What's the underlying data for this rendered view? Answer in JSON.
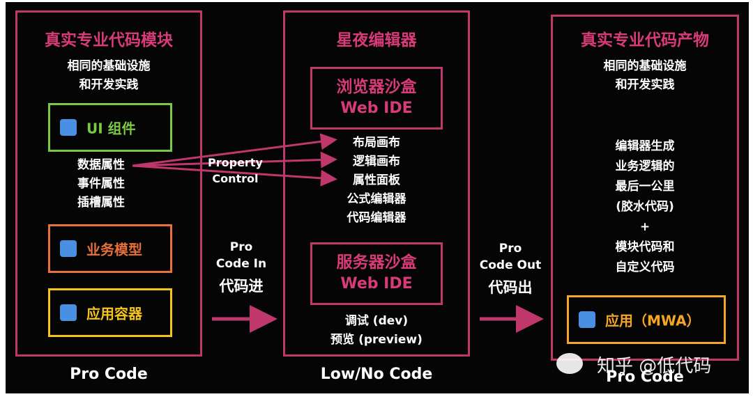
{
  "left_panel": {
    "title": "真实专业代码模块",
    "subtitle_line1": "相同的基础设施",
    "subtitle_line2": "和开发实践",
    "ui_component": "UI 组件",
    "props": [
      "数据属性",
      "事件属性",
      "插槽属性"
    ],
    "biz_model": "业务模型",
    "app_container": "应用容器",
    "footer": "Pro Code"
  },
  "middle_panel": {
    "title": "星夜编辑器",
    "browser_sandbox_line1": "浏览器沙盒",
    "browser_sandbox_line2": "Web IDE",
    "tools": [
      "布局画布",
      "逻辑画布",
      "属性面板",
      "公式编辑器",
      "代码编辑器"
    ],
    "server_sandbox_line1": "服务器沙盒",
    "server_sandbox_line2": "Web IDE",
    "run_modes": [
      "调试 (dev)",
      "预览 (preview)"
    ],
    "footer": "Low/No Code"
  },
  "right_panel": {
    "title": "真实专业代码产物",
    "subtitle_line1": "相同的基础设施",
    "subtitle_line2": "和开发实践",
    "desc_lines": [
      "编辑器生成",
      "业务逻辑的",
      "最后一公里",
      "(胶水代码)",
      "+",
      "模块代码和",
      "自定义代码"
    ],
    "app_box": "应用（MWA）",
    "footer": "Pro Code"
  },
  "connectors": {
    "property_control_line1": "Property",
    "property_control_line2": "Control",
    "code_in_line1": "Pro",
    "code_in_line2": "Code In",
    "code_in_cn": "代码进",
    "code_out_line1": "Pro",
    "code_out_line2": "Code Out",
    "code_out_cn": "代码出"
  },
  "watermark": {
    "text": "知乎 @低代码"
  },
  "colors": {
    "panel_border": "#c0376c",
    "title_pink": "#d93a78",
    "ui_box": "#7ac943",
    "model_box": "#e8703a",
    "container_box": "#f5c518",
    "app_box": "#f5a623",
    "arrow": "#c0376c"
  }
}
